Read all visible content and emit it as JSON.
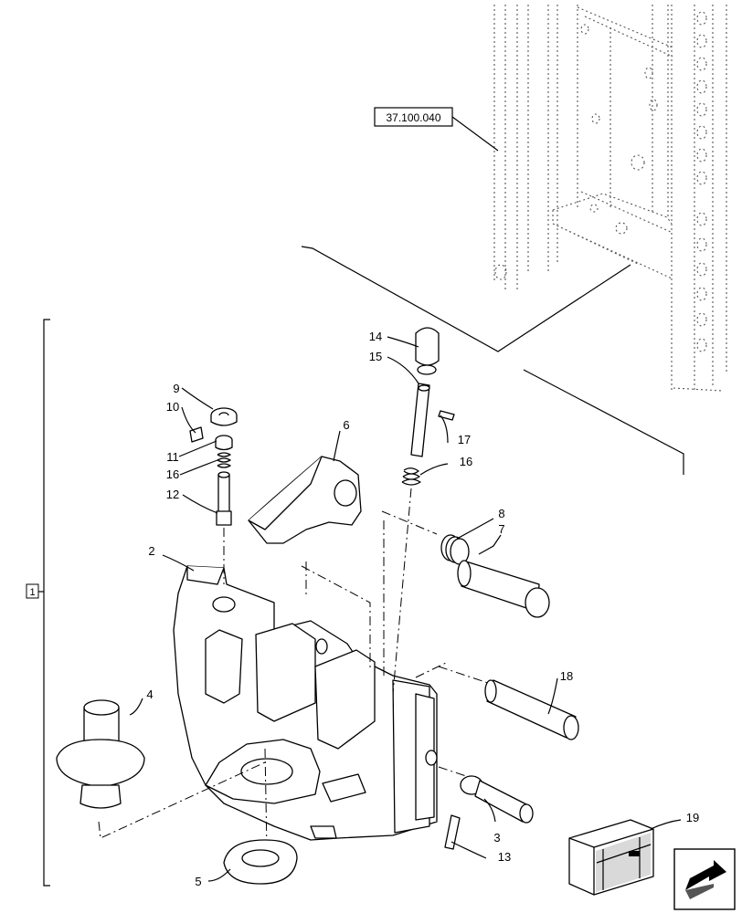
{
  "reference_label": "37.100.040",
  "assembly_label": "1",
  "callouts": [
    "1",
    "2",
    "3",
    "4",
    "5",
    "6",
    "7",
    "8",
    "9",
    "10",
    "11",
    "12",
    "13",
    "14",
    "15",
    "16",
    "16",
    "17",
    "18",
    "19"
  ],
  "callout_labels": {
    "c2": "2",
    "c3": "3",
    "c4": "4",
    "c5": "5",
    "c6": "6",
    "c7": "7",
    "c8": "8",
    "c9": "9",
    "c10": "10",
    "c11": "11",
    "c12": "12",
    "c13": "13",
    "c14": "14",
    "c15": "15",
    "c16a": "16",
    "c16b": "16",
    "c17": "17",
    "c18": "18",
    "c19": "19"
  },
  "icons": [
    "next-page-arrow-icon",
    "parts-kit-box-icon"
  ]
}
